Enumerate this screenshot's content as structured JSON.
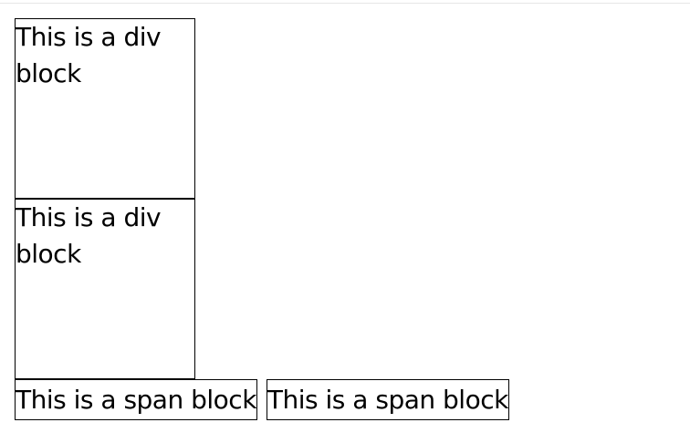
{
  "blocks": {
    "div_1": "This is a div block",
    "div_2": "This is a div block",
    "span_1": "This is a span block",
    "span_2": "This is a span block"
  }
}
